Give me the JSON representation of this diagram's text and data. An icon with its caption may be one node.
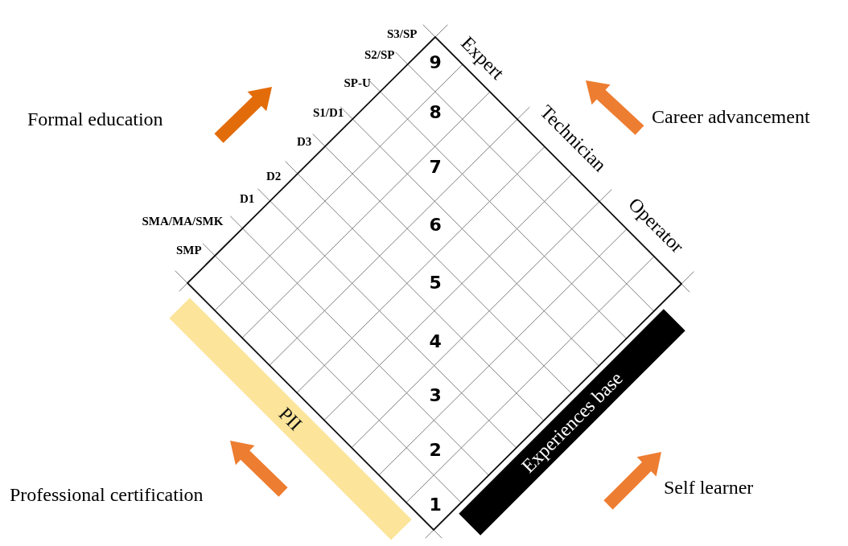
{
  "diagram": {
    "nodes": [
      {
        "text": [
          "PII"
        ]
      },
      {
        "text": [
          "Experiences base"
        ]
      }
    ],
    "labels": [
      "S3/SP",
      "S2/SP",
      "SP-U",
      "9",
      "Expert",
      "Formal education",
      "Career advancement",
      "S1/D1",
      "8",
      "Technician",
      "D3",
      "7",
      "D2",
      "D1",
      "SMA/MA/SMK",
      "6",
      "Operator",
      "SMP",
      "5",
      "4",
      "3",
      "2",
      "Professional certification",
      "1",
      "Self learner"
    ]
  }
}
